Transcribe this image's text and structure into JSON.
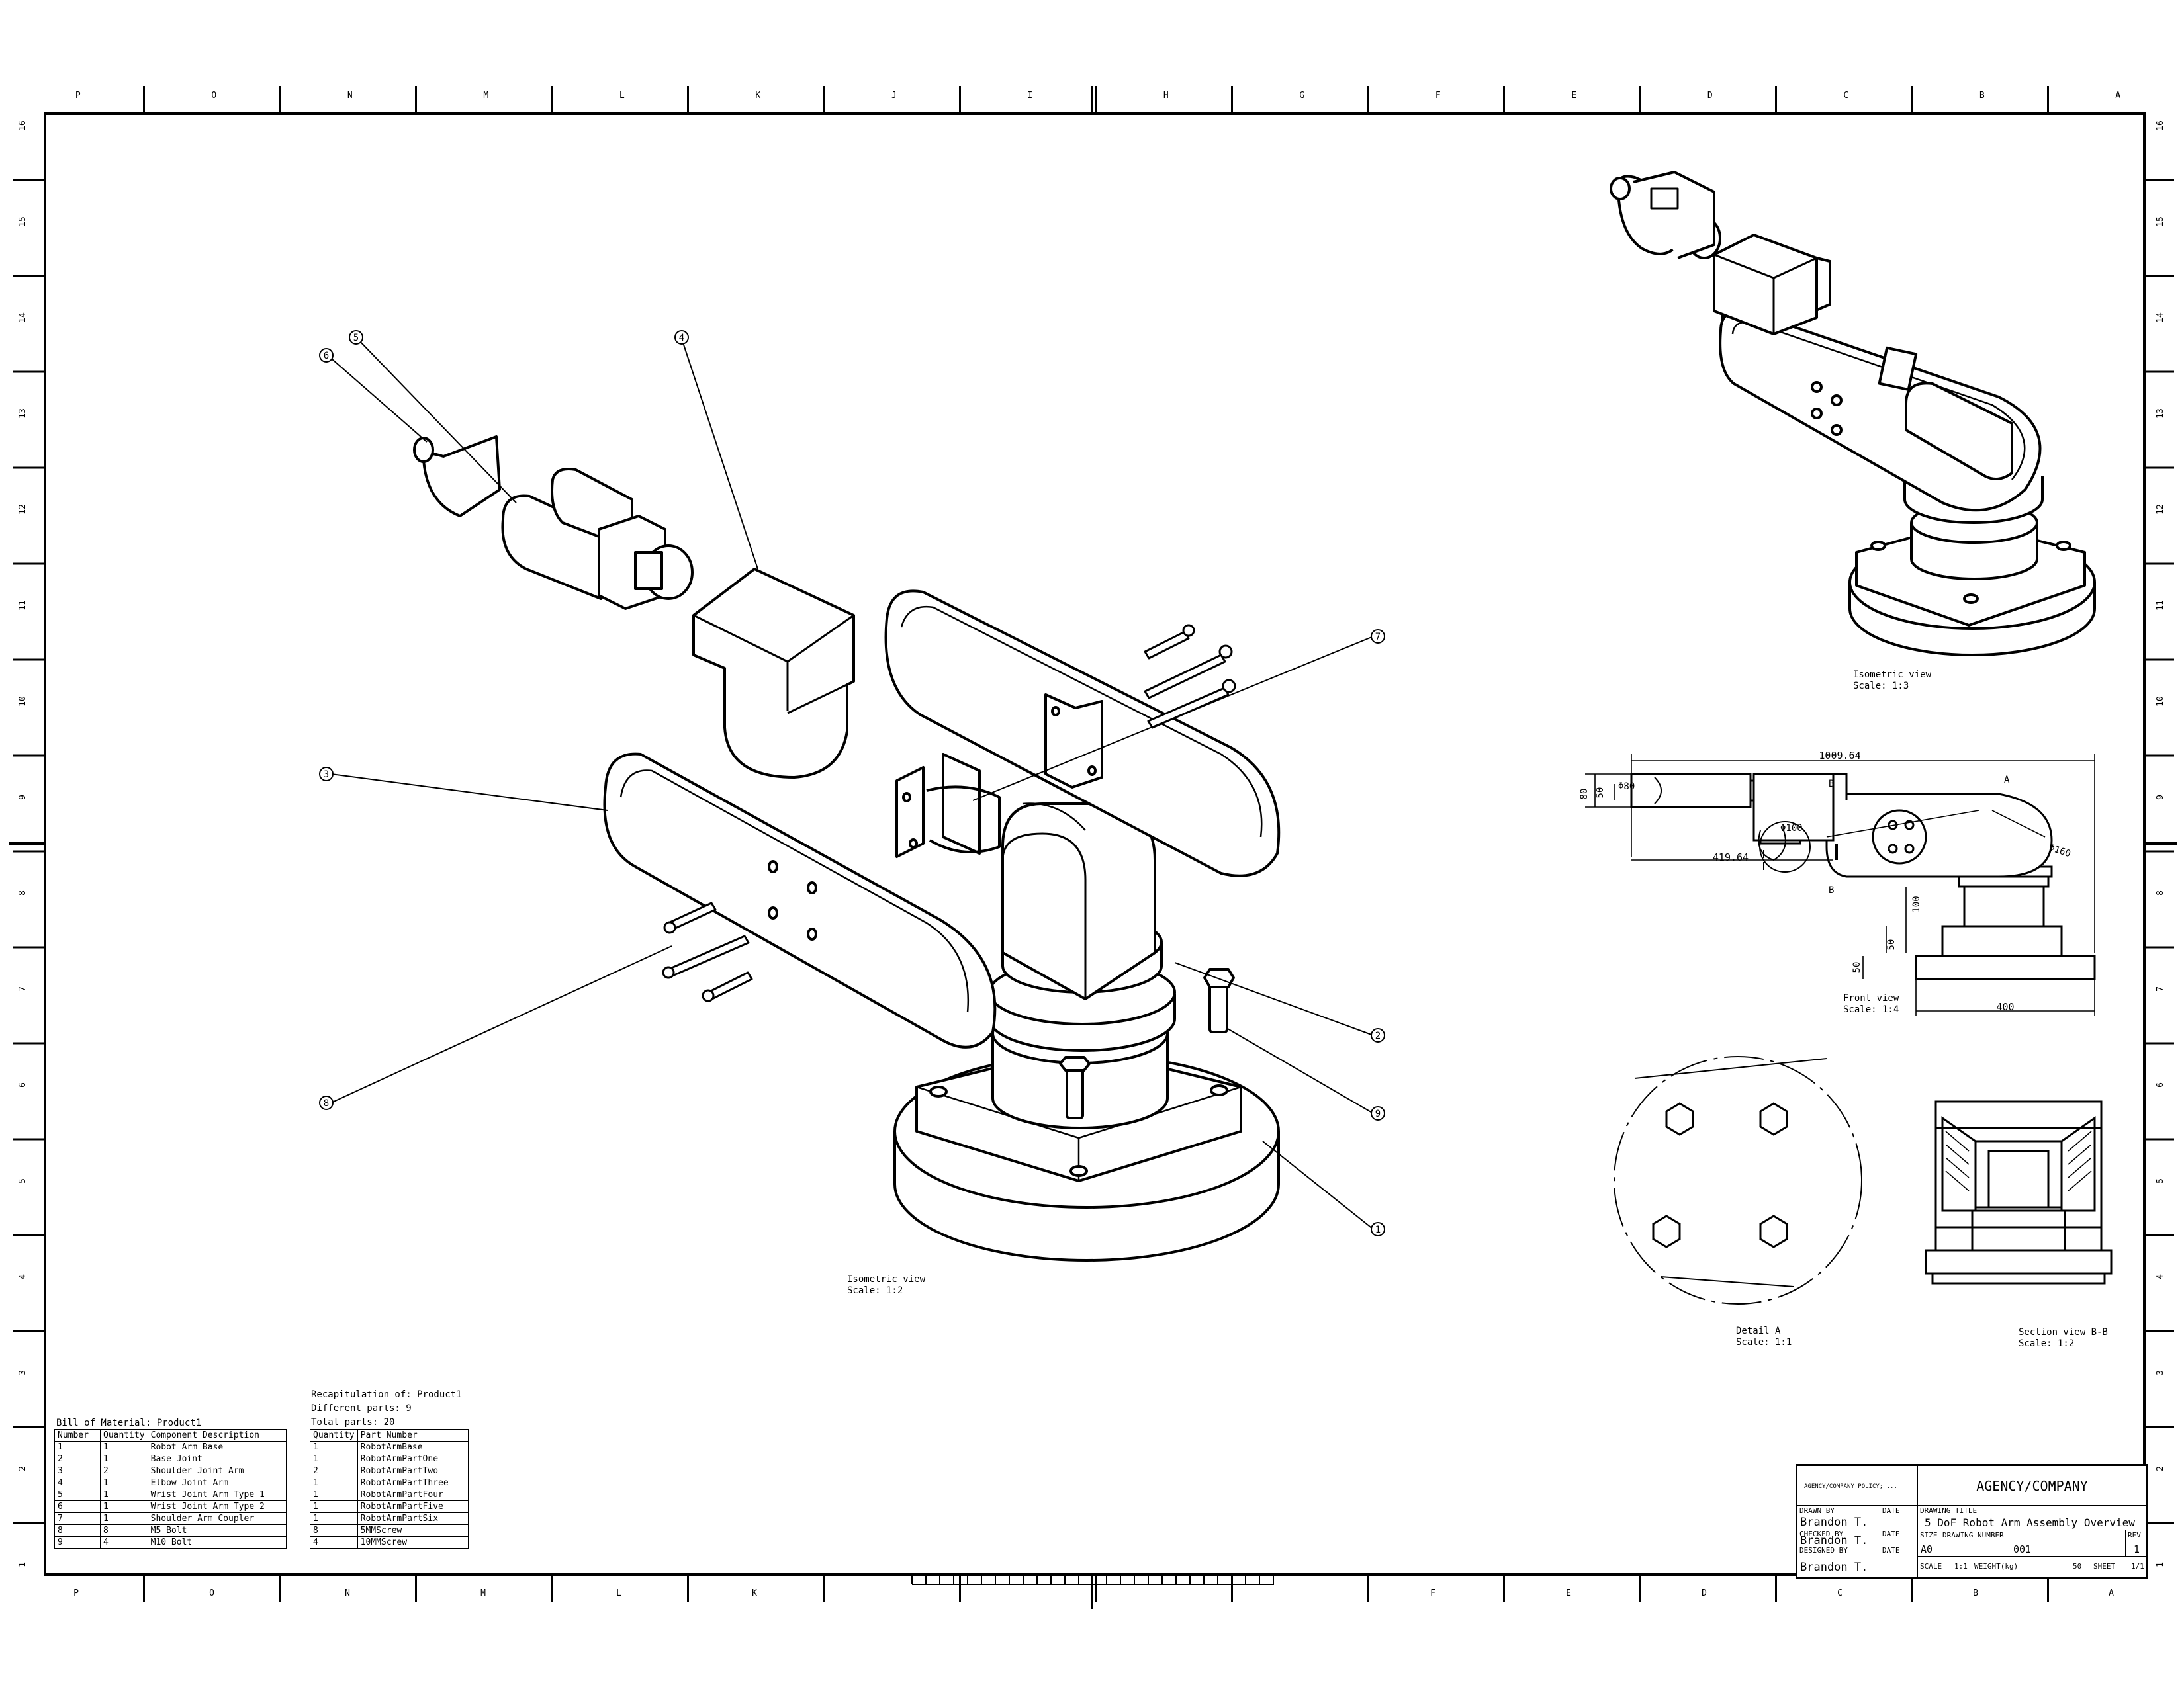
{
  "zones": {
    "top_columns": [
      "P",
      "O",
      "N",
      "M",
      "L",
      "K",
      "J",
      "I",
      "H",
      "G",
      "F",
      "E",
      "D",
      "C",
      "B",
      "A"
    ],
    "bottom_columns": [
      "P",
      "O",
      "N",
      "M",
      "L",
      "K",
      "F",
      "E",
      "D",
      "C",
      "B",
      "A"
    ],
    "rows": [
      "16",
      "15",
      "14",
      "13",
      "12",
      "11",
      "10",
      "9",
      "8",
      "7",
      "6",
      "5",
      "4",
      "3",
      "2",
      "1"
    ]
  },
  "callouts": [
    "1",
    "2",
    "3",
    "4",
    "5",
    "6",
    "7",
    "8",
    "9"
  ],
  "views": {
    "main": {
      "line1": "Isometric view",
      "line2": "Scale:  1:2"
    },
    "iso_small": {
      "line1": "Isometric view",
      "line2": "Scale:  1:3"
    },
    "front": {
      "line1": "Front view",
      "line2": "Scale:  1:4"
    },
    "detail": {
      "line1": "Detail A",
      "line2": "Scale:  1:1"
    },
    "section": {
      "line1": "Section view B-B",
      "line2": "Scale:  1:2"
    }
  },
  "dimensions": {
    "overall": "1009.64",
    "height_80": "80",
    "height_50": "50",
    "dia_80": "Φ80",
    "dia_100": "Φ100",
    "dia_160": "Φ160",
    "len_419": "419.64",
    "h_100": "100",
    "h_50b": "50",
    "h_50c": "50",
    "base_400": "400",
    "label_a": "A",
    "label_b1": "B",
    "label_b2": "B"
  },
  "bom": {
    "title": "Bill of Material: Product1",
    "headers": [
      "Number",
      "Quantity",
      "Component Description"
    ],
    "rows": [
      [
        "1",
        "1",
        "Robot Arm Base"
      ],
      [
        "2",
        "1",
        "Base Joint"
      ],
      [
        "3",
        "2",
        "Shoulder Joint Arm"
      ],
      [
        "4",
        "1",
        "Elbow Joint Arm"
      ],
      [
        "5",
        "1",
        "Wrist Joint Arm Type 1"
      ],
      [
        "6",
        "1",
        "Wrist Joint Arm Type 2"
      ],
      [
        "7",
        "1",
        "Shoulder Arm Coupler"
      ],
      [
        "8",
        "8",
        "M5 Bolt"
      ],
      [
        "9",
        "4",
        "M10 Bolt"
      ]
    ]
  },
  "recap": {
    "title": "Recapitulation of: Product1",
    "different": "Different parts: 9",
    "total": "Total parts: 20",
    "headers": [
      "Quantity",
      "Part Number"
    ],
    "rows": [
      [
        "1",
        "RobotArmBase"
      ],
      [
        "1",
        "RobotArmPartOne"
      ],
      [
        "2",
        "RobotArmPartTwo"
      ],
      [
        "1",
        "RobotArmPartThree"
      ],
      [
        "1",
        "RobotArmPartFour"
      ],
      [
        "1",
        "RobotArmPartFive"
      ],
      [
        "1",
        "RobotArmPartSix"
      ],
      [
        "8",
        "5MMScrew"
      ],
      [
        "4",
        "10MMScrew"
      ]
    ]
  },
  "title_block": {
    "policy": "AGENCY/COMPANY POLICY; ...",
    "company": "AGENCY/COMPANY",
    "drawn_by_label": "DRAWN BY",
    "drawn_by": "Brandon T.",
    "checked_by_label": "CHECKED BY",
    "checked_by": "Brandon T.",
    "designed_by_label": "DESIGNED BY",
    "designed_by": "Brandon T.",
    "date_label": "DATE",
    "drawing_title_label": "DRAWING TITLE",
    "drawing_title": "5 DoF Robot Arm Assembly Overview",
    "size_label": "SIZE",
    "size": "A0",
    "drawing_number_label": "DRAWING NUMBER",
    "drawing_number": "001",
    "rev_label": "REV",
    "rev": "1",
    "scale_label": "SCALE",
    "scale": "1:1",
    "weight_label": "WEIGHT(kg)",
    "weight": "50",
    "sheet_label": "SHEET",
    "sheet": "1/1"
  }
}
